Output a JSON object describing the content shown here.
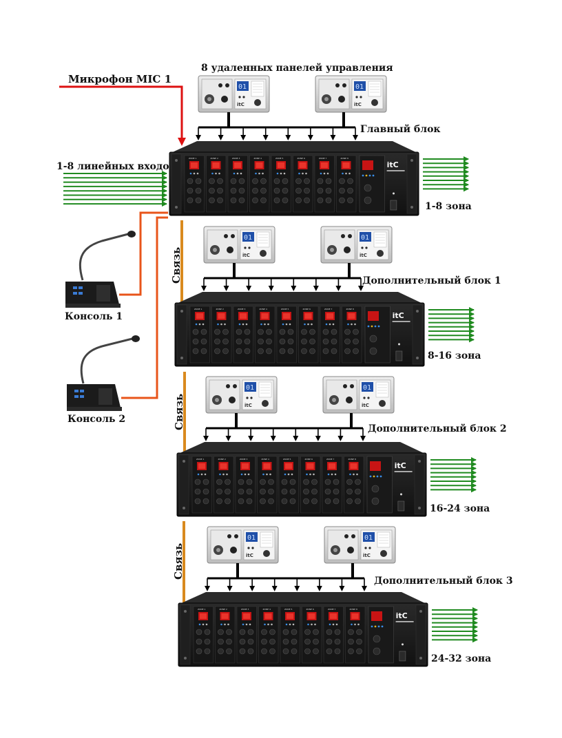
{
  "labels": {
    "mic": "Микрофон  MIC 1",
    "remotes": "8 удаленных панелей управления",
    "line_inputs": "1-8 линейных входов",
    "console1": "Консоль 1",
    "console2": "Консоль 2",
    "link": "Связь"
  },
  "units": [
    {
      "name": "Главный блок",
      "zones": "1-8 зона",
      "channel_count": 8
    },
    {
      "name": "Дополнительный блок 1",
      "zones": "8-16 зона",
      "channel_count": 8
    },
    {
      "name": "Дополнительный блок 2",
      "zones": "16-24 зона",
      "channel_count": 8
    },
    {
      "name": "Дополнительный блок 3",
      "zones": "24-32 зона",
      "channel_count": 8
    }
  ],
  "device": {
    "brand": "itC",
    "channel_label": "ZONE",
    "output_arrow_count": 8,
    "input_arrow_count": 8,
    "remote_display": "01"
  },
  "colors": {
    "mic_line": "#dd1111",
    "console_line": "#e8541a",
    "link_line": "#d98a1e",
    "zone_arrows": "#1f8a1f",
    "device_body": "#1a1a1a",
    "display": "#c81414"
  }
}
